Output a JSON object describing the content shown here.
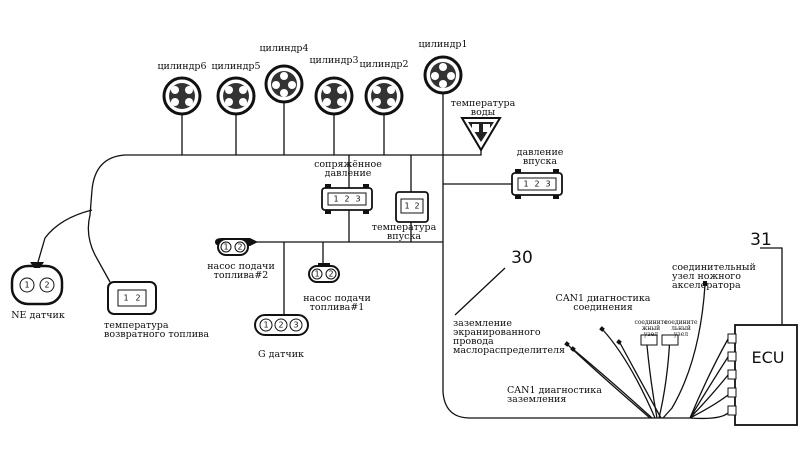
{
  "cylinders": {
    "c1": "цилиндр1",
    "c2": "цилиндр2",
    "c3": "цилиндр3",
    "c4": "цилиндр4",
    "c5": "цилиндр5",
    "c6": "цилиндр6"
  },
  "labels": {
    "water_temp": "температура\nводы",
    "intake_pressure": "давление\nвпуска",
    "boost_pressure": "сопряжённое\nдавление",
    "intake_temp": "температура\nвпуска",
    "pump2": "насос подачи\nтоплива#2",
    "pump1": "насос подачи\nтоплива#1",
    "ne_sensor": "NE датчик",
    "return_fuel_temp": "температура\nвозвратного топлива",
    "g_sensor": "G датчик",
    "can1_conn": "CAN1 диагностика\nсоединения",
    "can1_ground": "CAN1 диагностика\nзаземления",
    "shield_ground": "заземление\nэкранированного\nпровода\nмаслораспределителя",
    "pedal_node": "соединительный\nузел ножного\nакселератора",
    "small_conn_a": "соедините\nжный узел",
    "small_conn_b": "соедините\nльный узел",
    "ref_30": "30",
    "ref_31": "31",
    "ecu": "ECU"
  },
  "pins": {
    "p1": "1",
    "p2": "2",
    "p3": "3"
  }
}
